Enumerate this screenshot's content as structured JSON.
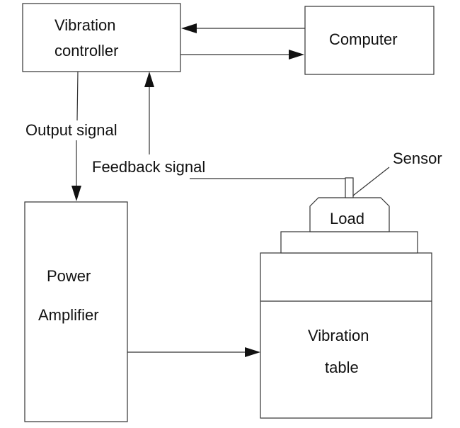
{
  "nodes": {
    "vibration_controller": {
      "line1": "Vibration",
      "line2": "controller"
    },
    "computer": {
      "label": "Computer"
    },
    "power_amplifier": {
      "line1": "Power",
      "line2": "Amplifier"
    },
    "vibration_table": {
      "line1": "Vibration",
      "line2": "table"
    },
    "load": {
      "label": "Load"
    },
    "sensor": {
      "label": "Sensor"
    }
  },
  "edges": {
    "output_signal": {
      "label": "Output signal"
    },
    "feedback_signal": {
      "label": "Feedback signal"
    }
  },
  "colors": {
    "stroke": "#333333",
    "text": "#111111",
    "background": "#ffffff"
  }
}
